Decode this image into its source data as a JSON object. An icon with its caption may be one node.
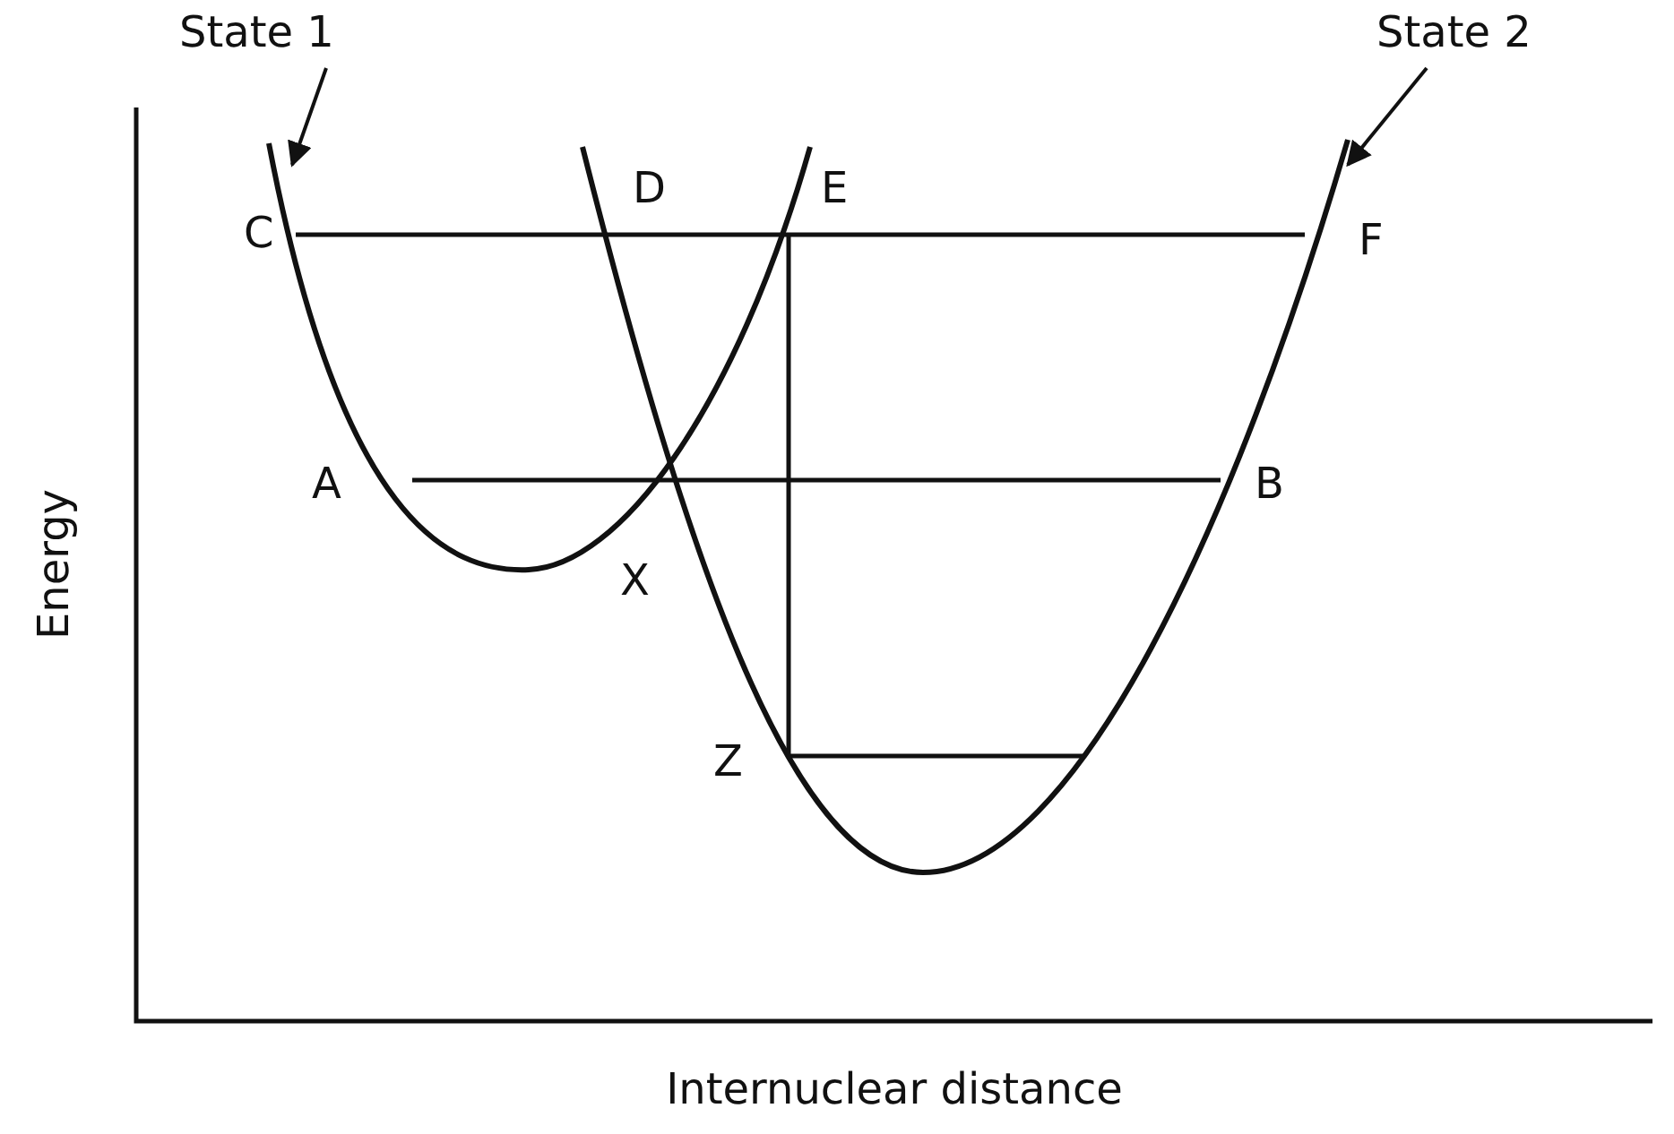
{
  "diagram": {
    "nodes": [
      {
        "text": [
          "State 1"
        ]
      },
      {
        "text": [
          "State 2"
        ]
      },
      {
        "text": [],
        "shape": "curve"
      },
      {
        "text": [],
        "shape": "curve"
      }
    ],
    "edges": [
      {
        "from": 0,
        "to": 2,
        "arrow": "to"
      },
      {
        "from": 1,
        "to": 3,
        "arrow": "to"
      },
      {
        "from": 2,
        "to": 3,
        "arrow": "none"
      },
      {
        "from": 2,
        "to": 3,
        "arrow": "none"
      },
      {
        "from": 2,
        "to": 3,
        "arrow": "none"
      }
    ],
    "labels": [
      "C",
      "D",
      "E",
      "F",
      "A",
      "B",
      "X",
      "Z",
      "Energy",
      "Internuclear distance"
    ]
  }
}
